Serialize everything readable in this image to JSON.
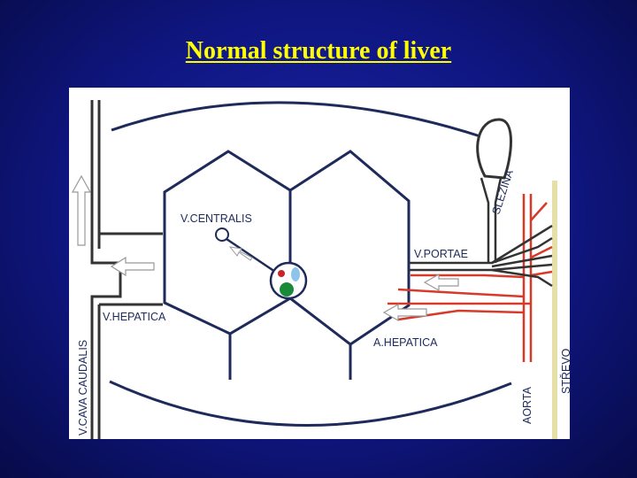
{
  "title": "Normal structure of liver",
  "diagram": {
    "labels": {
      "v_centralis": "V.CENTRALIS",
      "v_portae": "V.PORTAE",
      "v_hepatica": "V.HEPATICA",
      "a_hepatica": "A.HEPATICA",
      "v_cava_caudalis": "V.CAVA CAUDALIS",
      "slezina": "SLEZINA",
      "aorta": "AORTA",
      "strevo": "STŘEVO"
    },
    "colors": {
      "outline": "#1e2a5a",
      "artery": "#d83a2a",
      "vein": "#333333",
      "intestine": "#e6e0a8",
      "triad_red": "#c8242a",
      "triad_blue": "#8fc4ea",
      "triad_green": "#1a8a3a"
    }
  }
}
